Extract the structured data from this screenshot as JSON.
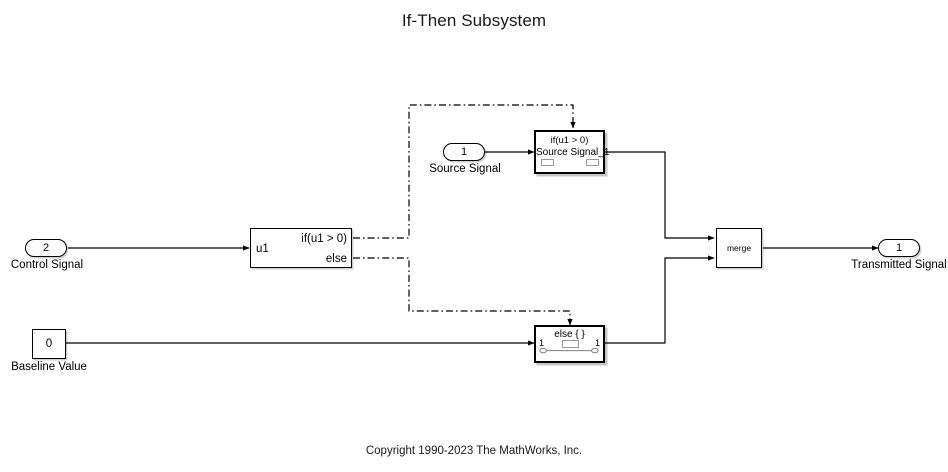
{
  "page": {
    "title": "If-Then Subsystem",
    "footer": "Copyright 1990-2023 The MathWorks, Inc."
  },
  "blocks": {
    "control_signal_port": {
      "number": "2",
      "label": "Control Signal"
    },
    "source_signal_port": {
      "number": "1",
      "label": "Source Signal"
    },
    "baseline_value": {
      "value": "0",
      "label": "Baseline Value"
    },
    "if_block": {
      "input_label": "u1",
      "output_if": "if(u1 > 0)",
      "output_else": "else"
    },
    "if_subsystem": {
      "condition": "if(u1 > 0)",
      "name": "Source Signal_1"
    },
    "else_subsystem": {
      "condition": "else { }",
      "in_port": "1",
      "out_port": "1"
    },
    "merge_block": {
      "label": "merge"
    },
    "transmitted_signal_port": {
      "number": "1",
      "label": "Transmitted Signal"
    }
  },
  "colors": {
    "line": "#000000",
    "block_fill": "#ffffff",
    "text": "#000000"
  }
}
